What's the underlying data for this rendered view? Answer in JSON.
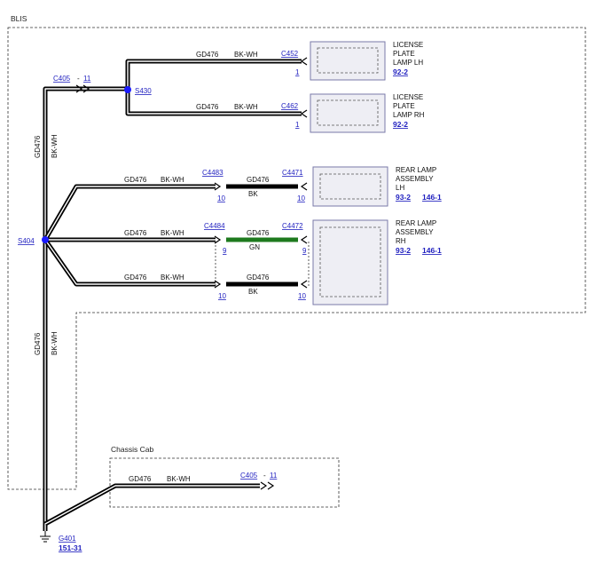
{
  "zones": {
    "blis": "BLIS",
    "chassis_cab": "Chassis Cab"
  },
  "splices": {
    "s430": "S430",
    "s404": "S404"
  },
  "trunk": {
    "upper_circuit": "GD476",
    "upper_color": "BK-WH",
    "lower_circuit": "GD476",
    "lower_color": "BK-WH"
  },
  "c405_top": {
    "connector": "C405",
    "sep": "-",
    "pin": "11"
  },
  "lp_lh": {
    "circuit": "GD476",
    "color": "BK-WH",
    "connector": "C452",
    "pin": "1",
    "label_1": "LICENSE",
    "label_2": "PLATE",
    "label_3": "LAMP LH",
    "ref": "92-2"
  },
  "lp_rh": {
    "circuit": "GD476",
    "color": "BK-WH",
    "connector": "C462",
    "pin": "1",
    "label_1": "LICENSE",
    "label_2": "PLATE",
    "label_3": "LAMP RH",
    "ref": "92-2"
  },
  "rl_lh": {
    "circuit": "GD476",
    "color": "BK-WH",
    "inline_connector": "C4483",
    "inline_pin": "10",
    "pigtail_circuit": "GD476",
    "pigtail_color": "BK",
    "connector": "C4471",
    "pin": "10",
    "label_1": "REAR LAMP",
    "label_2": "ASSEMBLY",
    "label_3": "LH",
    "ref_1": "93-2",
    "ref_2": "146-1"
  },
  "rl_rh": {
    "circuit": "GD476",
    "color": "BK-WH",
    "inline_connector": "C4484",
    "inline_pin": "9",
    "pigtail_circuit": "GD476",
    "pigtail_color": "GN",
    "connector": "C4472",
    "pin": "9",
    "label_1": "REAR LAMP",
    "label_2": "ASSEMBLY",
    "label_3": "RH",
    "ref_1": "93-2",
    "ref_2": "146-1"
  },
  "rl_rh_b": {
    "circuit": "GD476",
    "color": "BK-WH",
    "inline_pin": "10",
    "pigtail_circuit": "GD476",
    "pigtail_color": "BK",
    "pin": "10"
  },
  "chassis": {
    "circuit": "GD476",
    "color": "BK-WH",
    "connector": "C405",
    "sep": "-",
    "pin": "11"
  },
  "ground": {
    "id": "G401",
    "ref": "151-31"
  },
  "colors": {
    "wire": "#000000",
    "green_wire": "#1e7a1e",
    "link": "#1f1fbf",
    "splice_dot": "#1a1aff",
    "component_fill": "#eeeef4",
    "component_border": "#7a7aa8"
  }
}
